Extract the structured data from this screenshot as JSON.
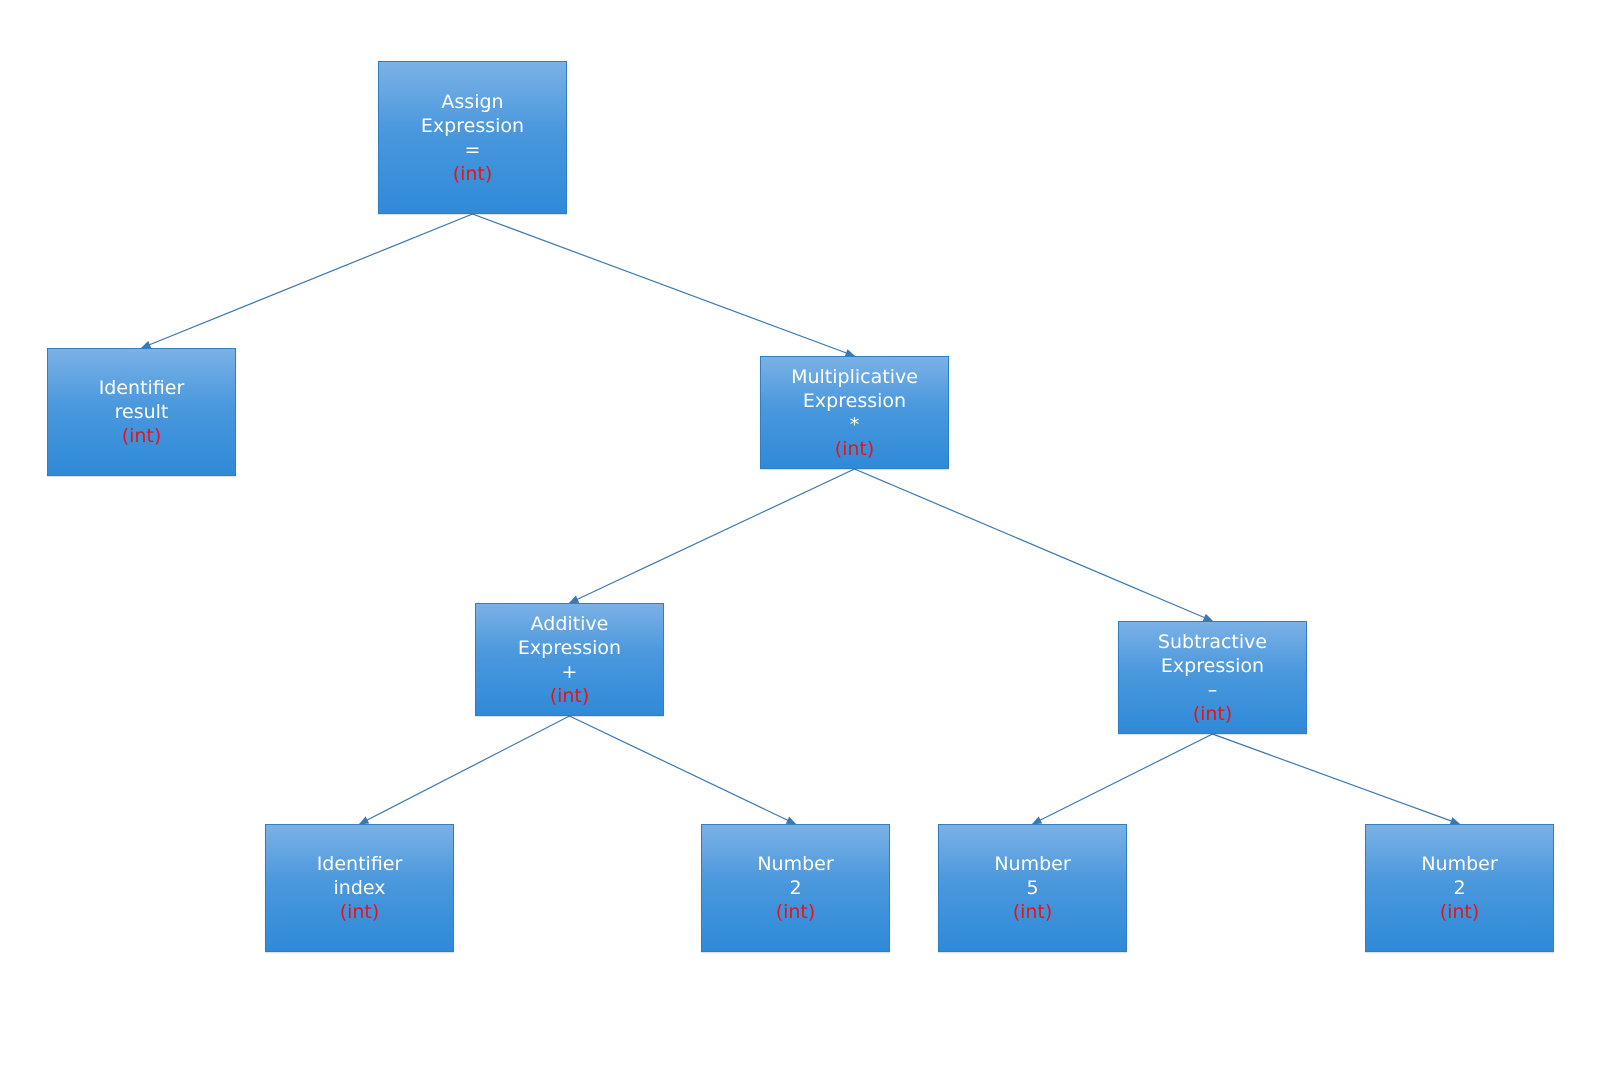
{
  "nodes": {
    "assign": {
      "line1": "Assign",
      "line2": "Expression",
      "op": "=",
      "type": "(int)"
    },
    "ident_res": {
      "line1": "Identifier",
      "line2": "result",
      "type": "(int)"
    },
    "mult": {
      "line1": "Multiplicative",
      "line2": "Expression",
      "op": "*",
      "type": "(int)"
    },
    "add": {
      "line1": "Additive",
      "line2": "Expression",
      "op": "+",
      "type": "(int)"
    },
    "sub": {
      "line1": "Subtractive",
      "line2": "Expression",
      "op": "–",
      "type": "(int)"
    },
    "ident_idx": {
      "line1": "Identifier",
      "line2": "index",
      "type": "(int)"
    },
    "num2a": {
      "line1": "Number",
      "line2": "2",
      "type": "(int)"
    },
    "num5": {
      "line1": "Number",
      "line2": "5",
      "type": "(int)"
    },
    "num2b": {
      "line1": "Number",
      "line2": "2",
      "type": "(int)"
    }
  },
  "edges": [
    [
      "assign",
      "ident_res"
    ],
    [
      "assign",
      "mult"
    ],
    [
      "mult",
      "add"
    ],
    [
      "mult",
      "sub"
    ],
    [
      "add",
      "ident_idx"
    ],
    [
      "add",
      "num2a"
    ],
    [
      "sub",
      "num5"
    ],
    [
      "sub",
      "num2b"
    ]
  ],
  "colors": {
    "node_border": "#2f7fc4",
    "node_text": "#ffffff",
    "type_text": "#e8121a",
    "edge": "#3a78b0"
  }
}
